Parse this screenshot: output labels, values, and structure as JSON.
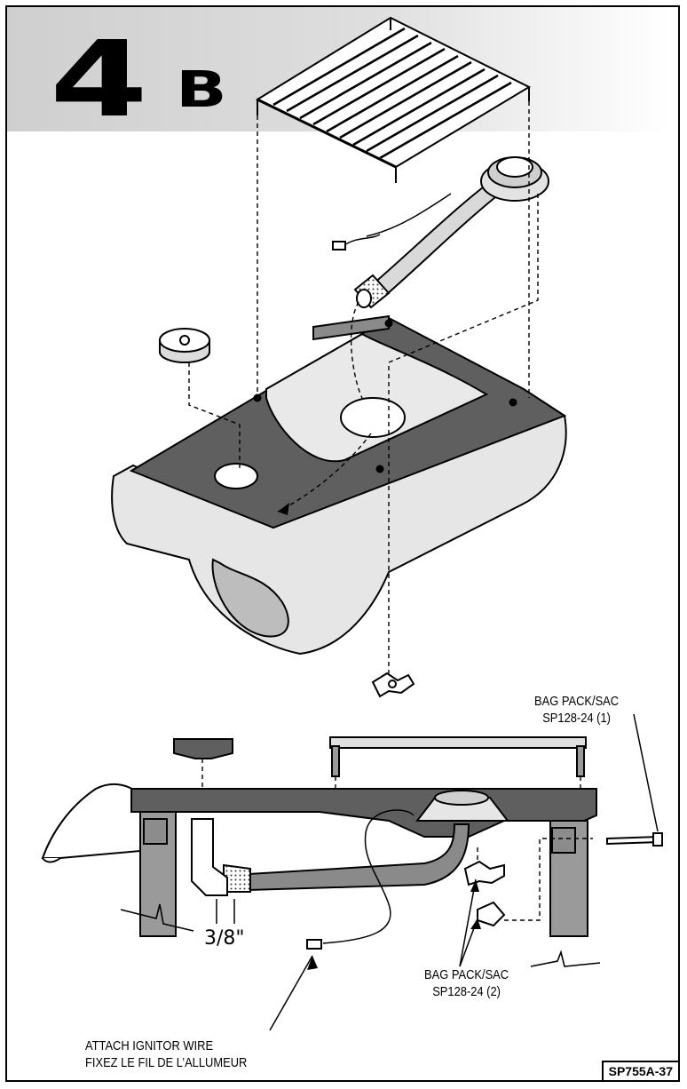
{
  "header": {
    "step_number": "4",
    "step_letter": "B"
  },
  "callouts": {
    "bag_pack_1_line1": "BAG PACK/SAC",
    "bag_pack_1_line2": "SP128-24 (1)",
    "bag_pack_2_line1": "BAG PACK/SAC",
    "bag_pack_2_line2": "SP128-24 (2)",
    "ignitor_line1": "ATTACH IGNITOR WIRE",
    "ignitor_line2": "FIXEZ LE FIL DE L’ALLUMEUR",
    "dimension": "3/8\""
  },
  "footer": {
    "code": "SP755A-37"
  },
  "colors": {
    "dark_panel": "#5f5f5f",
    "light_body": "#e6e6e6",
    "header_band": "#d6d6d6"
  }
}
